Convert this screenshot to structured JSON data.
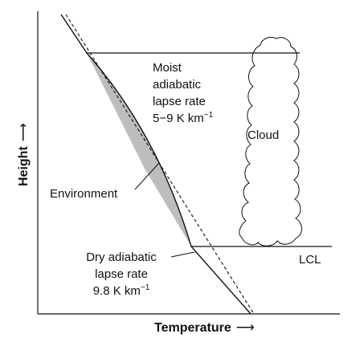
{
  "labels": {
    "moist_line1": "Moist",
    "moist_line2": "adiabatic",
    "moist_line3": "lapse rate",
    "moist_line4_value": "5−9 K km",
    "moist_line4_exp": "−1",
    "cloud": "Cloud",
    "environment": "Environment",
    "dry_line1": "Dry adiabatic",
    "dry_line2": "lapse rate",
    "dry_line3_value": "9.8 K km",
    "dry_line3_exp": "−1",
    "lcl": "LCL"
  },
  "axes": {
    "x_title": "Temperature",
    "y_title": "Height",
    "arrow": "⟶"
  },
  "colors": {
    "ink": "#111111",
    "shade": "#bdbdbd"
  }
}
